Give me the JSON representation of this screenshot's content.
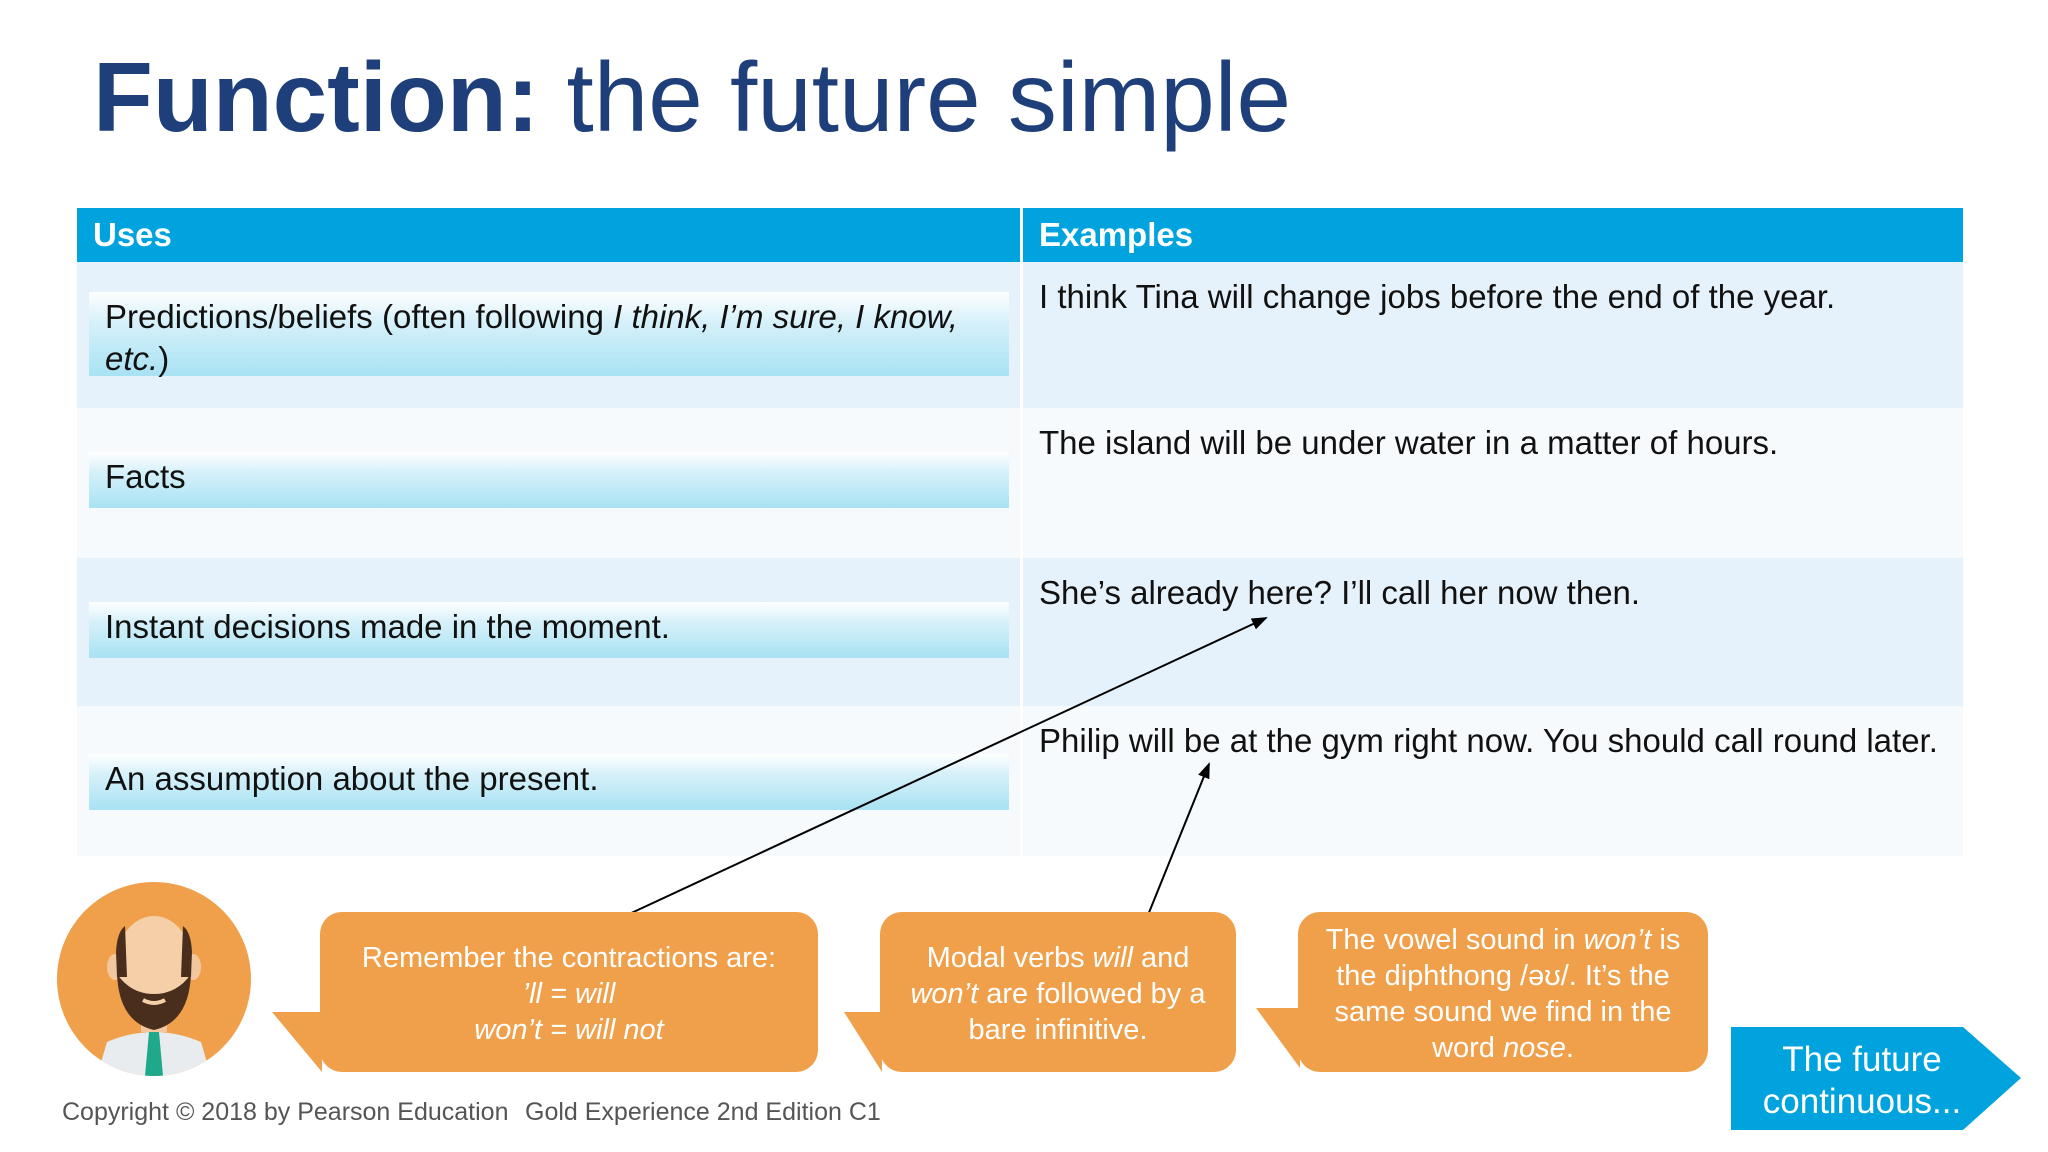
{
  "title": {
    "bold": "Function:",
    "rest": " the future simple"
  },
  "table": {
    "headers": {
      "uses": "Uses",
      "examples": "Examples"
    },
    "rows": [
      {
        "use_plain": "Predictions/beliefs (often following ",
        "use_italic": "I think, I’m sure, I know, etc.",
        "use_close": ")",
        "example": "I think Tina will change jobs before the end of the year."
      },
      {
        "use": "Facts",
        "example": "The island will be under water in a matter of hours."
      },
      {
        "use": "Instant decisions made in the moment.",
        "example": "She’s already here? I’ll call her now then."
      },
      {
        "use": "An assumption about the present.",
        "example": "Philip will be at the gym right now. You should call round later."
      }
    ]
  },
  "bubbles": {
    "contractions": {
      "line1": "Remember the contractions are:",
      "line2": "’ll = will",
      "line3": "won’t = will not"
    },
    "modal": {
      "pre": "Modal verbs ",
      "will": "will",
      "and": " and",
      "wont": "won’t",
      "post": " are followed by a bare infinitive."
    },
    "vowel": {
      "pre": "The vowel sound in ",
      "wont": "won’t",
      "mid": " is the diphthong /əʊ/. It’s the same sound we find in the word ",
      "nose": "nose",
      "end": "."
    }
  },
  "footer": {
    "copyright": "Copyright © 2018 by Pearson Education",
    "edition": "Gold Experience 2nd Edition C1"
  },
  "next_button": {
    "line1": "The future",
    "line2": "continuous..."
  },
  "colors": {
    "title": "#1f3f7a",
    "header": "#00a3de",
    "bubble": "#f0a04b",
    "next_button": "#00a3de"
  },
  "icons": {
    "avatar": "teacher-avatar-icon",
    "next": "arrow-right-icon"
  }
}
